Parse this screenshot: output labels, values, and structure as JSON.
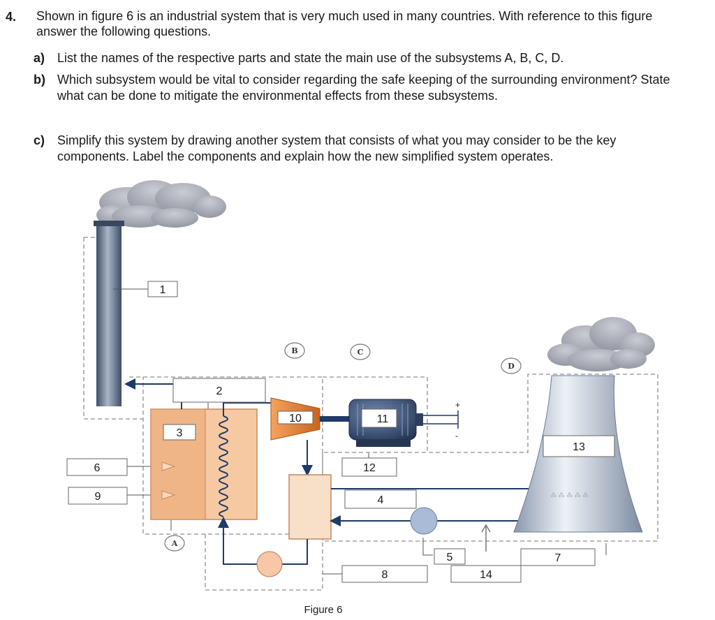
{
  "question": {
    "number": "4.",
    "intro": "Shown in figure 6 is an industrial system that is very much used in many countries. With reference to this figure answer the following questions.",
    "parts": [
      {
        "label": "a)",
        "text": "List the names of the respective parts and state the main use of the subsystems A, B, C, D."
      },
      {
        "label": "b)",
        "text": "Which subsystem would be vital to consider regarding the safe keeping of the surrounding environment? State what can be done to mitigate the environmental effects from these subsystems."
      },
      {
        "label": "c)",
        "text": "Simplify this system by drawing another system that consists of what you may consider to be the key components. Label the components and explain how the new simplified system operates."
      }
    ]
  },
  "figure": {
    "caption": "Figure 6",
    "subsystems": [
      "A",
      "B",
      "C",
      "D"
    ],
    "labels": {
      "l1": "1",
      "l2": "2",
      "l3": "3",
      "l4": "4",
      "l5": "5",
      "l6": "6",
      "l7": "7",
      "l8": "8",
      "l9": "9",
      "l10": "10",
      "l11": "11",
      "l12": "12",
      "l13": "13",
      "l14": "14"
    },
    "terminal_plus": "+",
    "terminal_minus": "-"
  }
}
